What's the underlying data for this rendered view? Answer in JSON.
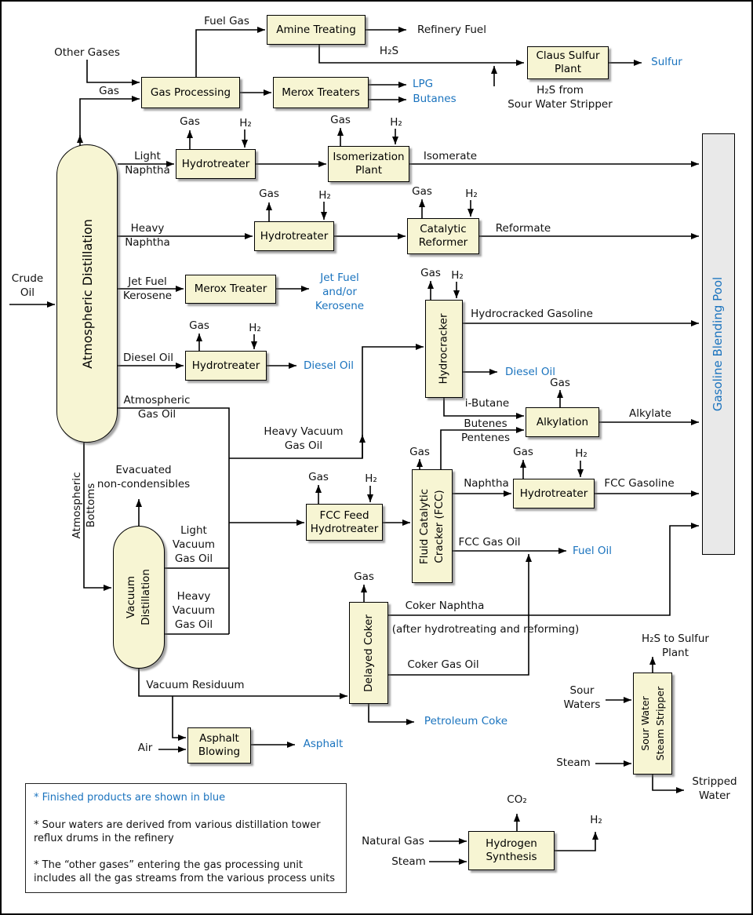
{
  "colors": {
    "product_text": "#1a73be",
    "process_box_fill": "#f7f5d3",
    "pool_fill": "#e9e9e9",
    "line": "#000000"
  },
  "nodes": [
    {
      "id": "atmospheric-distillation",
      "label": "Atmospheric Distillation"
    },
    {
      "id": "gas-processing",
      "label": "Gas Processing"
    },
    {
      "id": "amine-treating",
      "label": "Amine Treating"
    },
    {
      "id": "merox-treaters",
      "label": "Merox Treaters"
    },
    {
      "id": "claus-sulfur-plant",
      "label": "Claus Sulfur\nPlant"
    },
    {
      "id": "hydrotreater-light-naphtha",
      "label": "Hydrotreater"
    },
    {
      "id": "isomerization-plant",
      "label": "Isomerization\nPlant"
    },
    {
      "id": "hydrotreater-heavy-naphtha",
      "label": "Hydrotreater"
    },
    {
      "id": "catalytic-reformer",
      "label": "Catalytic\nReformer"
    },
    {
      "id": "merox-treater",
      "label": "Merox Treater"
    },
    {
      "id": "hydrotreater-diesel",
      "label": "Hydrotreater"
    },
    {
      "id": "hydrocracker",
      "label": "Hydrocracker"
    },
    {
      "id": "alkylation",
      "label": "Alkylation"
    },
    {
      "id": "fcc-feed-hydrotreater",
      "label": "FCC Feed\nHydrotreater"
    },
    {
      "id": "fluid-catalytic-cracker",
      "label": "Fluid Catalytic\nCracker (FCC)"
    },
    {
      "id": "hydrotreater-fcc-gasoline",
      "label": "Hydrotreater"
    },
    {
      "id": "vacuum-distillation",
      "label": "Vacuum\nDistillation"
    },
    {
      "id": "delayed-coker",
      "label": "Delayed Coker"
    },
    {
      "id": "asphalt-blowing",
      "label": "Asphalt\nBlowing"
    },
    {
      "id": "sour-water-steam-stripper",
      "label": "Sour Water\nSteam Stripper"
    },
    {
      "id": "hydrogen-synthesis",
      "label": "Hydrogen\nSynthesis"
    },
    {
      "id": "gasoline-blending-pool",
      "label": "Gasoline Blending Pool"
    }
  ],
  "flow_labels": [
    {
      "id": "crude-oil",
      "text": "Crude\nOil"
    },
    {
      "id": "other-gases",
      "text": "Other Gases"
    },
    {
      "id": "gas-from-tower",
      "text": "Gas"
    },
    {
      "id": "fuel-gas",
      "text": "Fuel Gas"
    },
    {
      "id": "refinery-fuel",
      "text": "Refinery Fuel"
    },
    {
      "id": "h2s-amine",
      "text": "H₂S"
    },
    {
      "id": "sulfur",
      "text": "Sulfur",
      "product": true
    },
    {
      "id": "h2s-from-stripper",
      "text": "H₂S from\nSour Water Stripper"
    },
    {
      "id": "lpg",
      "text": "LPG",
      "product": true
    },
    {
      "id": "butanes",
      "text": "Butanes",
      "product": true
    },
    {
      "id": "light-naphtha",
      "text": "Light\nNaphtha"
    },
    {
      "id": "gas-ht-light",
      "text": "Gas"
    },
    {
      "id": "h2-ht-light",
      "text": "H₂"
    },
    {
      "id": "gas-isom",
      "text": "Gas"
    },
    {
      "id": "h2-isom",
      "text": "H₂"
    },
    {
      "id": "isomerate",
      "text": "Isomerate"
    },
    {
      "id": "heavy-naphtha",
      "text": "Heavy\nNaphtha"
    },
    {
      "id": "gas-ht-heavy",
      "text": "Gas"
    },
    {
      "id": "h2-ht-heavy",
      "text": "H₂"
    },
    {
      "id": "gas-reformer",
      "text": "Gas"
    },
    {
      "id": "h2-reformer",
      "text": "H₂"
    },
    {
      "id": "reformate",
      "text": "Reformate"
    },
    {
      "id": "jet-fuel-kerosene",
      "text": "Jet Fuel\nKerosene"
    },
    {
      "id": "jet-fuel-product",
      "text": "Jet Fuel\nand/or\nKerosene",
      "product": true
    },
    {
      "id": "diesel-feed",
      "text": "Diesel Oil"
    },
    {
      "id": "gas-ht-diesel",
      "text": "Gas"
    },
    {
      "id": "h2-ht-diesel",
      "text": "H₂"
    },
    {
      "id": "diesel-product",
      "text": "Diesel Oil",
      "product": true
    },
    {
      "id": "atmospheric-gas-oil",
      "text": "Atmospheric\nGas Oil"
    },
    {
      "id": "gas-hydrocracker",
      "text": "Gas"
    },
    {
      "id": "h2-hydrocracker",
      "text": "H₂"
    },
    {
      "id": "hydrocracked-gasoline",
      "text": "Hydrocracked Gasoline"
    },
    {
      "id": "diesel-hydrocracker",
      "text": "Diesel Oil",
      "product": true
    },
    {
      "id": "i-butane",
      "text": "i-Butane"
    },
    {
      "id": "gas-alkylation",
      "text": "Gas"
    },
    {
      "id": "alkylate",
      "text": "Alkylate"
    },
    {
      "id": "butenes-pentenes",
      "text": "Butenes\nPentenes"
    },
    {
      "id": "heavy-vacuum-gas-oil-hc",
      "text": "Heavy Vacuum\nGas Oil"
    },
    {
      "id": "gas-fcc-feed",
      "text": "Gas"
    },
    {
      "id": "h2-fcc-feed",
      "text": "H₂"
    },
    {
      "id": "gas-fcc",
      "text": "Gas"
    },
    {
      "id": "naphtha",
      "text": "Naphtha"
    },
    {
      "id": "gas-ht-fcc",
      "text": "Gas"
    },
    {
      "id": "h2-ht-fcc",
      "text": "H₂"
    },
    {
      "id": "fcc-gasoline",
      "text": "FCC Gasoline"
    },
    {
      "id": "fcc-gas-oil",
      "text": "FCC Gas Oil"
    },
    {
      "id": "fuel-oil",
      "text": "Fuel Oil",
      "product": true
    },
    {
      "id": "evacuated-non-condensibles",
      "text": "Evacuated\nnon-condensibles"
    },
    {
      "id": "atmospheric-bottoms",
      "text": "Atmospheric\nBottoms"
    },
    {
      "id": "light-vacuum-gas-oil",
      "text": "Light\nVacuum\nGas Oil"
    },
    {
      "id": "heavy-vacuum-gas-oil",
      "text": "Heavy\nVacuum\nGas Oil"
    },
    {
      "id": "vacuum-residuum",
      "text": "Vacuum Residuum"
    },
    {
      "id": "gas-coker",
      "text": "Gas"
    },
    {
      "id": "coker-naphtha",
      "text": "Coker Naphtha"
    },
    {
      "id": "coker-naphtha-note",
      "text": "(after hydrotreating and reforming)"
    },
    {
      "id": "coker-gas-oil",
      "text": "Coker Gas Oil"
    },
    {
      "id": "petroleum-coke",
      "text": "Petroleum Coke",
      "product": true
    },
    {
      "id": "air",
      "text": "Air"
    },
    {
      "id": "asphalt",
      "text": "Asphalt",
      "product": true
    },
    {
      "id": "h2s-to-sulfur-plant",
      "text": "H₂S to Sulfur Plant"
    },
    {
      "id": "sour-waters",
      "text": "Sour\nWaters"
    },
    {
      "id": "steam-stripper",
      "text": "Steam"
    },
    {
      "id": "stripped-water",
      "text": "Stripped\nWater"
    },
    {
      "id": "natural-gas",
      "text": "Natural Gas"
    },
    {
      "id": "steam-h2",
      "text": "Steam"
    },
    {
      "id": "co2",
      "text": "CO₂"
    },
    {
      "id": "h2-product",
      "text": "H₂"
    }
  ],
  "notes": [
    "* Finished products are shown in blue",
    "* Sour waters are derived from various distillation tower reflux drums in the refinery",
    "* The “other gases” entering the gas processing unit includes all the gas streams from the various process units"
  ]
}
